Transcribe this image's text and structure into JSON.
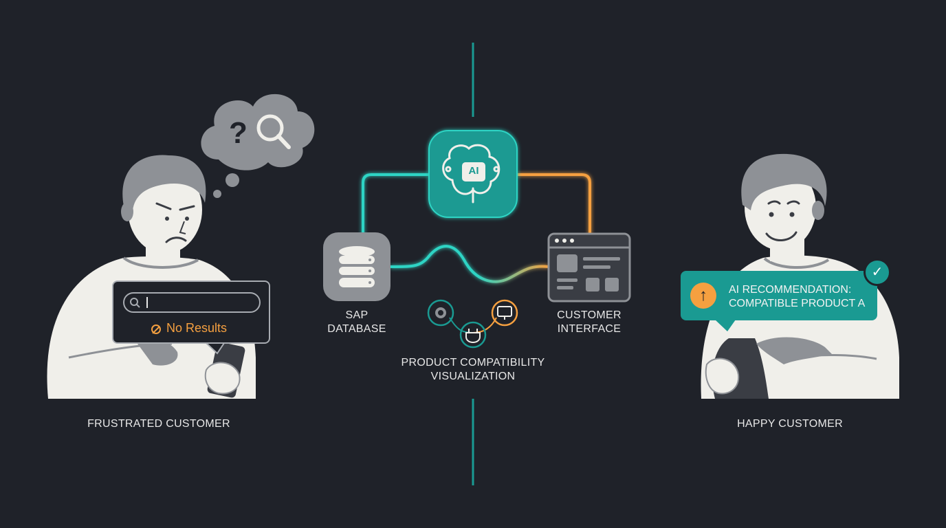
{
  "left_panel": {
    "search": {
      "placeholder": "",
      "status": "No Results"
    },
    "caption": "FRUSTRATED CUSTOMER",
    "thought_bubble": {
      "icons": [
        "question-mark-icon",
        "magnifier-icon"
      ],
      "text": "?"
    }
  },
  "center_diagram": {
    "hub": {
      "badge": "AI",
      "icon": "brain-circuit-icon"
    },
    "nodes": [
      {
        "label": "SAP\nDATABASE",
        "icon": "database-icon"
      },
      {
        "label": "CUSTOMER\nINTERFACE",
        "icon": "browser-window-icon"
      }
    ],
    "compat_icons": [
      "gear-icon",
      "plug-icon",
      "monitor-icon"
    ],
    "caption": "PRODUCT COMPATIBILITY\nVISUALIZATION"
  },
  "right_panel": {
    "recommendation": "AI RECOMMENDATION:\nCOMPATIBLE PRODUCT A",
    "caption": "HAPPY CUSTOMER",
    "check": "✓",
    "arrow": "↑"
  },
  "colors": {
    "background": "#1f2229",
    "teal": "#1a9a92",
    "cyan_line": "#2ed4c4",
    "orange": "#f5a040",
    "figure_grey": "#8e9196",
    "figure_light": "#f0efea"
  }
}
